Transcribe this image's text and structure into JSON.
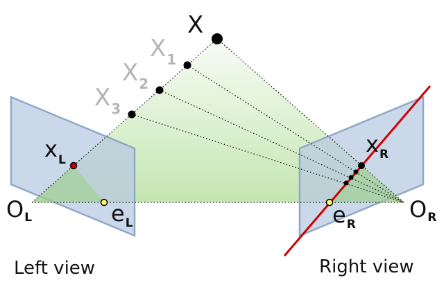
{
  "point_X": {
    "main": "X",
    "sub": ""
  },
  "point_X1": {
    "main": "X",
    "sub": "1"
  },
  "point_X2": {
    "main": "X",
    "sub": "2"
  },
  "point_X3": {
    "main": "X",
    "sub": "3"
  },
  "point_xL": {
    "main": "x",
    "sub": "L"
  },
  "point_xR": {
    "main": "x",
    "sub": "R"
  },
  "center_OL": {
    "main": "O",
    "sub": "L"
  },
  "center_OR": {
    "main": "O",
    "sub": "R"
  },
  "epipole_eL": {
    "main": "e",
    "sub": "L"
  },
  "epipole_eR": {
    "main": "e",
    "sub": "R"
  },
  "captions": {
    "left": "Left view",
    "right": "Right view"
  },
  "colors": {
    "plane_fill": "#b7c9e2",
    "plane_stroke": "#8fa8c8",
    "epipolar_plane_light": "#f5fbf2",
    "epipolar_plane_dark": "#c6e8b4",
    "epipolar_line": "#cc0000",
    "epipole_fill": "#ffff66",
    "gray_label": "#b4b4b4"
  }
}
